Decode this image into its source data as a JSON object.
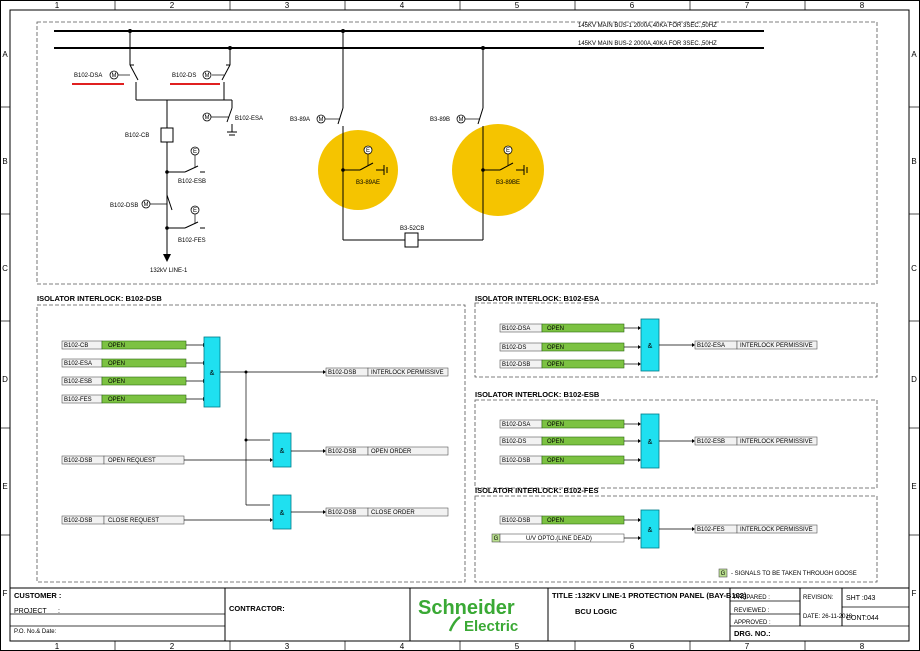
{
  "grid": {
    "columns": [
      "1",
      "2",
      "3",
      "4",
      "5",
      "6",
      "7",
      "8"
    ],
    "rows": [
      "A",
      "B",
      "C",
      "D",
      "E",
      "F"
    ]
  },
  "sld": {
    "bus1": "145KV MAIN BUS-1 2000A,40KA FOR 3SEC.,50HZ",
    "bus2": "145KV MAIN BUS-2 2000A,40KA FOR 3SEC.,50HZ",
    "b102_dsa": "B102-DSA",
    "b102_ds": "B102-DS",
    "b102_esa": "B102-ESA",
    "b102_cb": "B102-CB",
    "b102_esb": "B102-ESB",
    "b102_dsb": "B102-DSB",
    "b102_fes": "B102-FES",
    "line": "132kV LINE-1",
    "b3_89a": "B3-89A",
    "b3_89b": "B3-89B",
    "b3_89ae": "B3-89AE",
    "b3_89be": "B3-89BE",
    "b3_52cb": "B3-52CB",
    "motor_symbol": "M",
    "earth_symbol": "E",
    "highlight_color": "#f5c400",
    "markup_color": "#e02020"
  },
  "interlocks": {
    "dsb": {
      "title": "ISOLATOR INTERLOCK:  B102-DSB",
      "inputs": [
        {
          "tag": "B102-CB",
          "state": "OPEN"
        },
        {
          "tag": "B102-ESA",
          "state": "OPEN"
        },
        {
          "tag": "B102-ESB",
          "state": "OPEN"
        },
        {
          "tag": "B102-FES",
          "state": "OPEN"
        }
      ],
      "permissive": {
        "tag": "B102-DSB",
        "text": "INTERLOCK PERMISSIVE"
      },
      "open_request": {
        "tag": "B102-DSB",
        "text": "OPEN REQUEST"
      },
      "open_order": {
        "tag": "B102-DSB",
        "text": "OPEN ORDER"
      },
      "close_request": {
        "tag": "B102-DSB",
        "text": "CLOSE REQUEST"
      },
      "close_order": {
        "tag": "B102-DSB",
        "text": "CLOSE ORDER"
      }
    },
    "esa": {
      "title": "ISOLATOR INTERLOCK:  B102-ESA",
      "inputs": [
        {
          "tag": "B102-DSA",
          "state": "OPEN"
        },
        {
          "tag": "B102-DS",
          "state": "OPEN"
        },
        {
          "tag": "B102-DSB",
          "state": "OPEN"
        }
      ],
      "permissive": {
        "tag": "B102-ESA",
        "text": "INTERLOCK PERMISSIVE"
      }
    },
    "esb": {
      "title": "ISOLATOR INTERLOCK:  B102-ESB",
      "inputs": [
        {
          "tag": "B102-DSA",
          "state": "OPEN"
        },
        {
          "tag": "B102-DS",
          "state": "OPEN"
        },
        {
          "tag": "B102-DSB",
          "state": "OPEN"
        }
      ],
      "permissive": {
        "tag": "B102-ESB",
        "text": "INTERLOCK PERMISSIVE"
      }
    },
    "fes": {
      "title": "ISOLATOR INTERLOCK:  B102-FES",
      "inputs": [
        {
          "tag": "B102-DSB",
          "state": "OPEN"
        }
      ],
      "uv_marker": "G",
      "uv_text": "U/V OPTO.(LINE DEAD)",
      "permissive": {
        "tag": "B102-FES",
        "text": "INTERLOCK PERMISSIVE"
      }
    },
    "and_symbol": "&",
    "legend_marker": "G",
    "legend_text": "- SIGNALS TO BE TAKEN THROUGH GOOSE"
  },
  "title_block": {
    "customer": "CUSTOMER :",
    "project": "PROJECT",
    "project_colon": ":",
    "po": "P.O. No.& Date:",
    "contractor": "CONTRACTOR:",
    "logo_line1": "Schneider",
    "logo_line2": "Electric",
    "title": "TITLE :132KV LINE-1 PROTECTION PANEL (BAY-B102)",
    "subtitle": "BCU LOGIC",
    "prepared": "PREPARED :",
    "reviewed": "REVIEWED :",
    "approved": "APPROVED :",
    "drg_no": "DRG. NO.:",
    "revision": "REVISION:",
    "date": "DATE: 26-11-2018",
    "sht": "SHT :043",
    "cont": "CONT:044",
    "brand_color": "#3aa935"
  }
}
